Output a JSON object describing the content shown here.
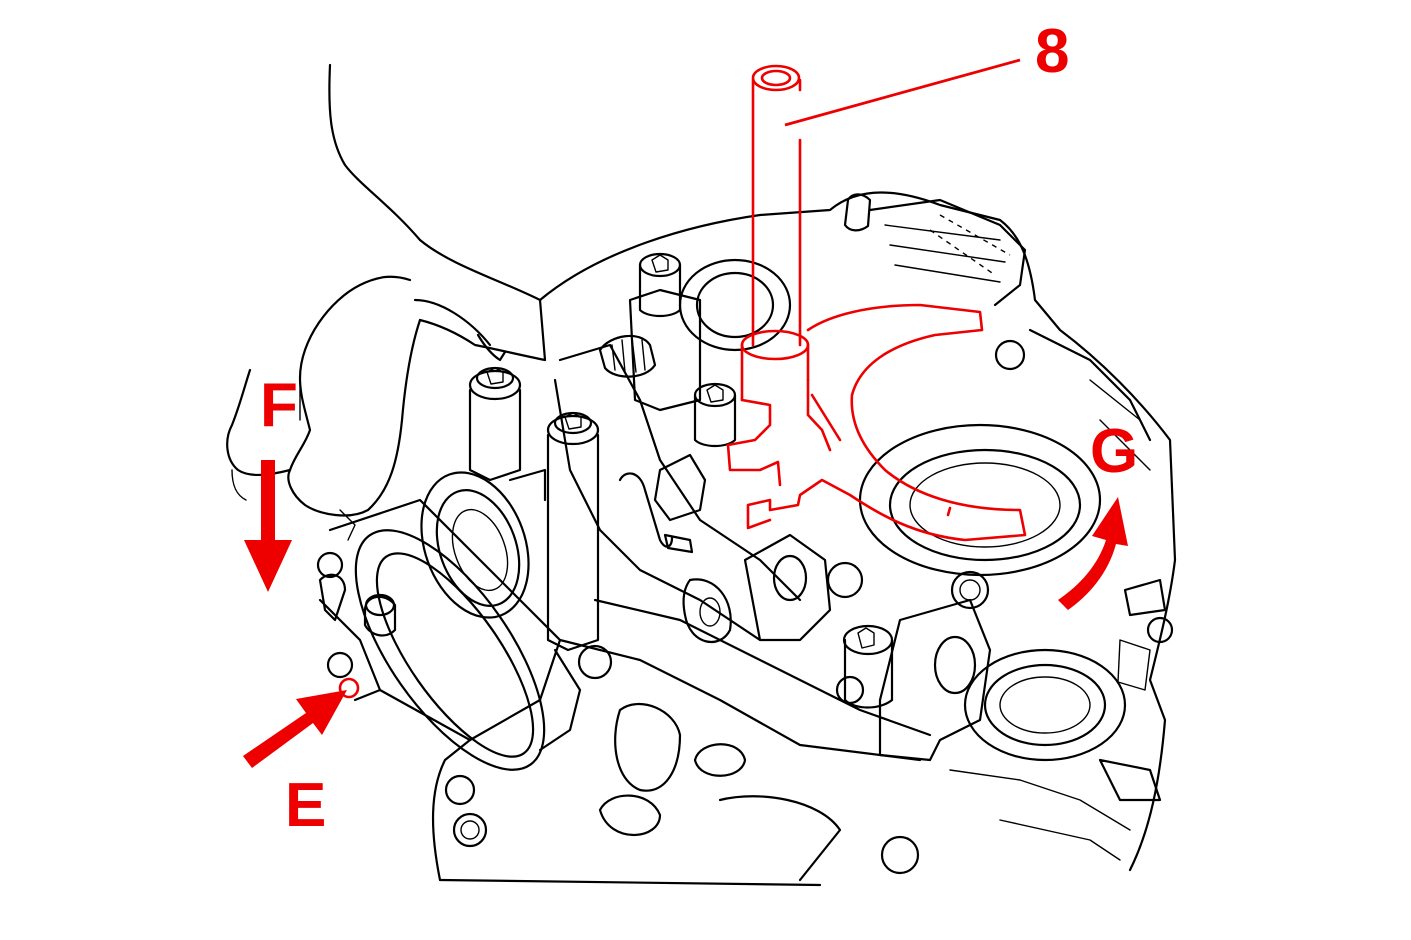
{
  "figure": {
    "callouts": {
      "part_8": "8",
      "arrow_f": "F",
      "arrow_e": "E",
      "arrow_g": "G"
    }
  },
  "colors": {
    "highlight": "#ee0000",
    "line_art": "#000000",
    "background": "#ffffff"
  },
  "icons": {
    "arrow_f": "arrow-down-icon",
    "arrow_e": "arrow-up-right-icon",
    "arrow_g": "curved-arrow-icon"
  }
}
